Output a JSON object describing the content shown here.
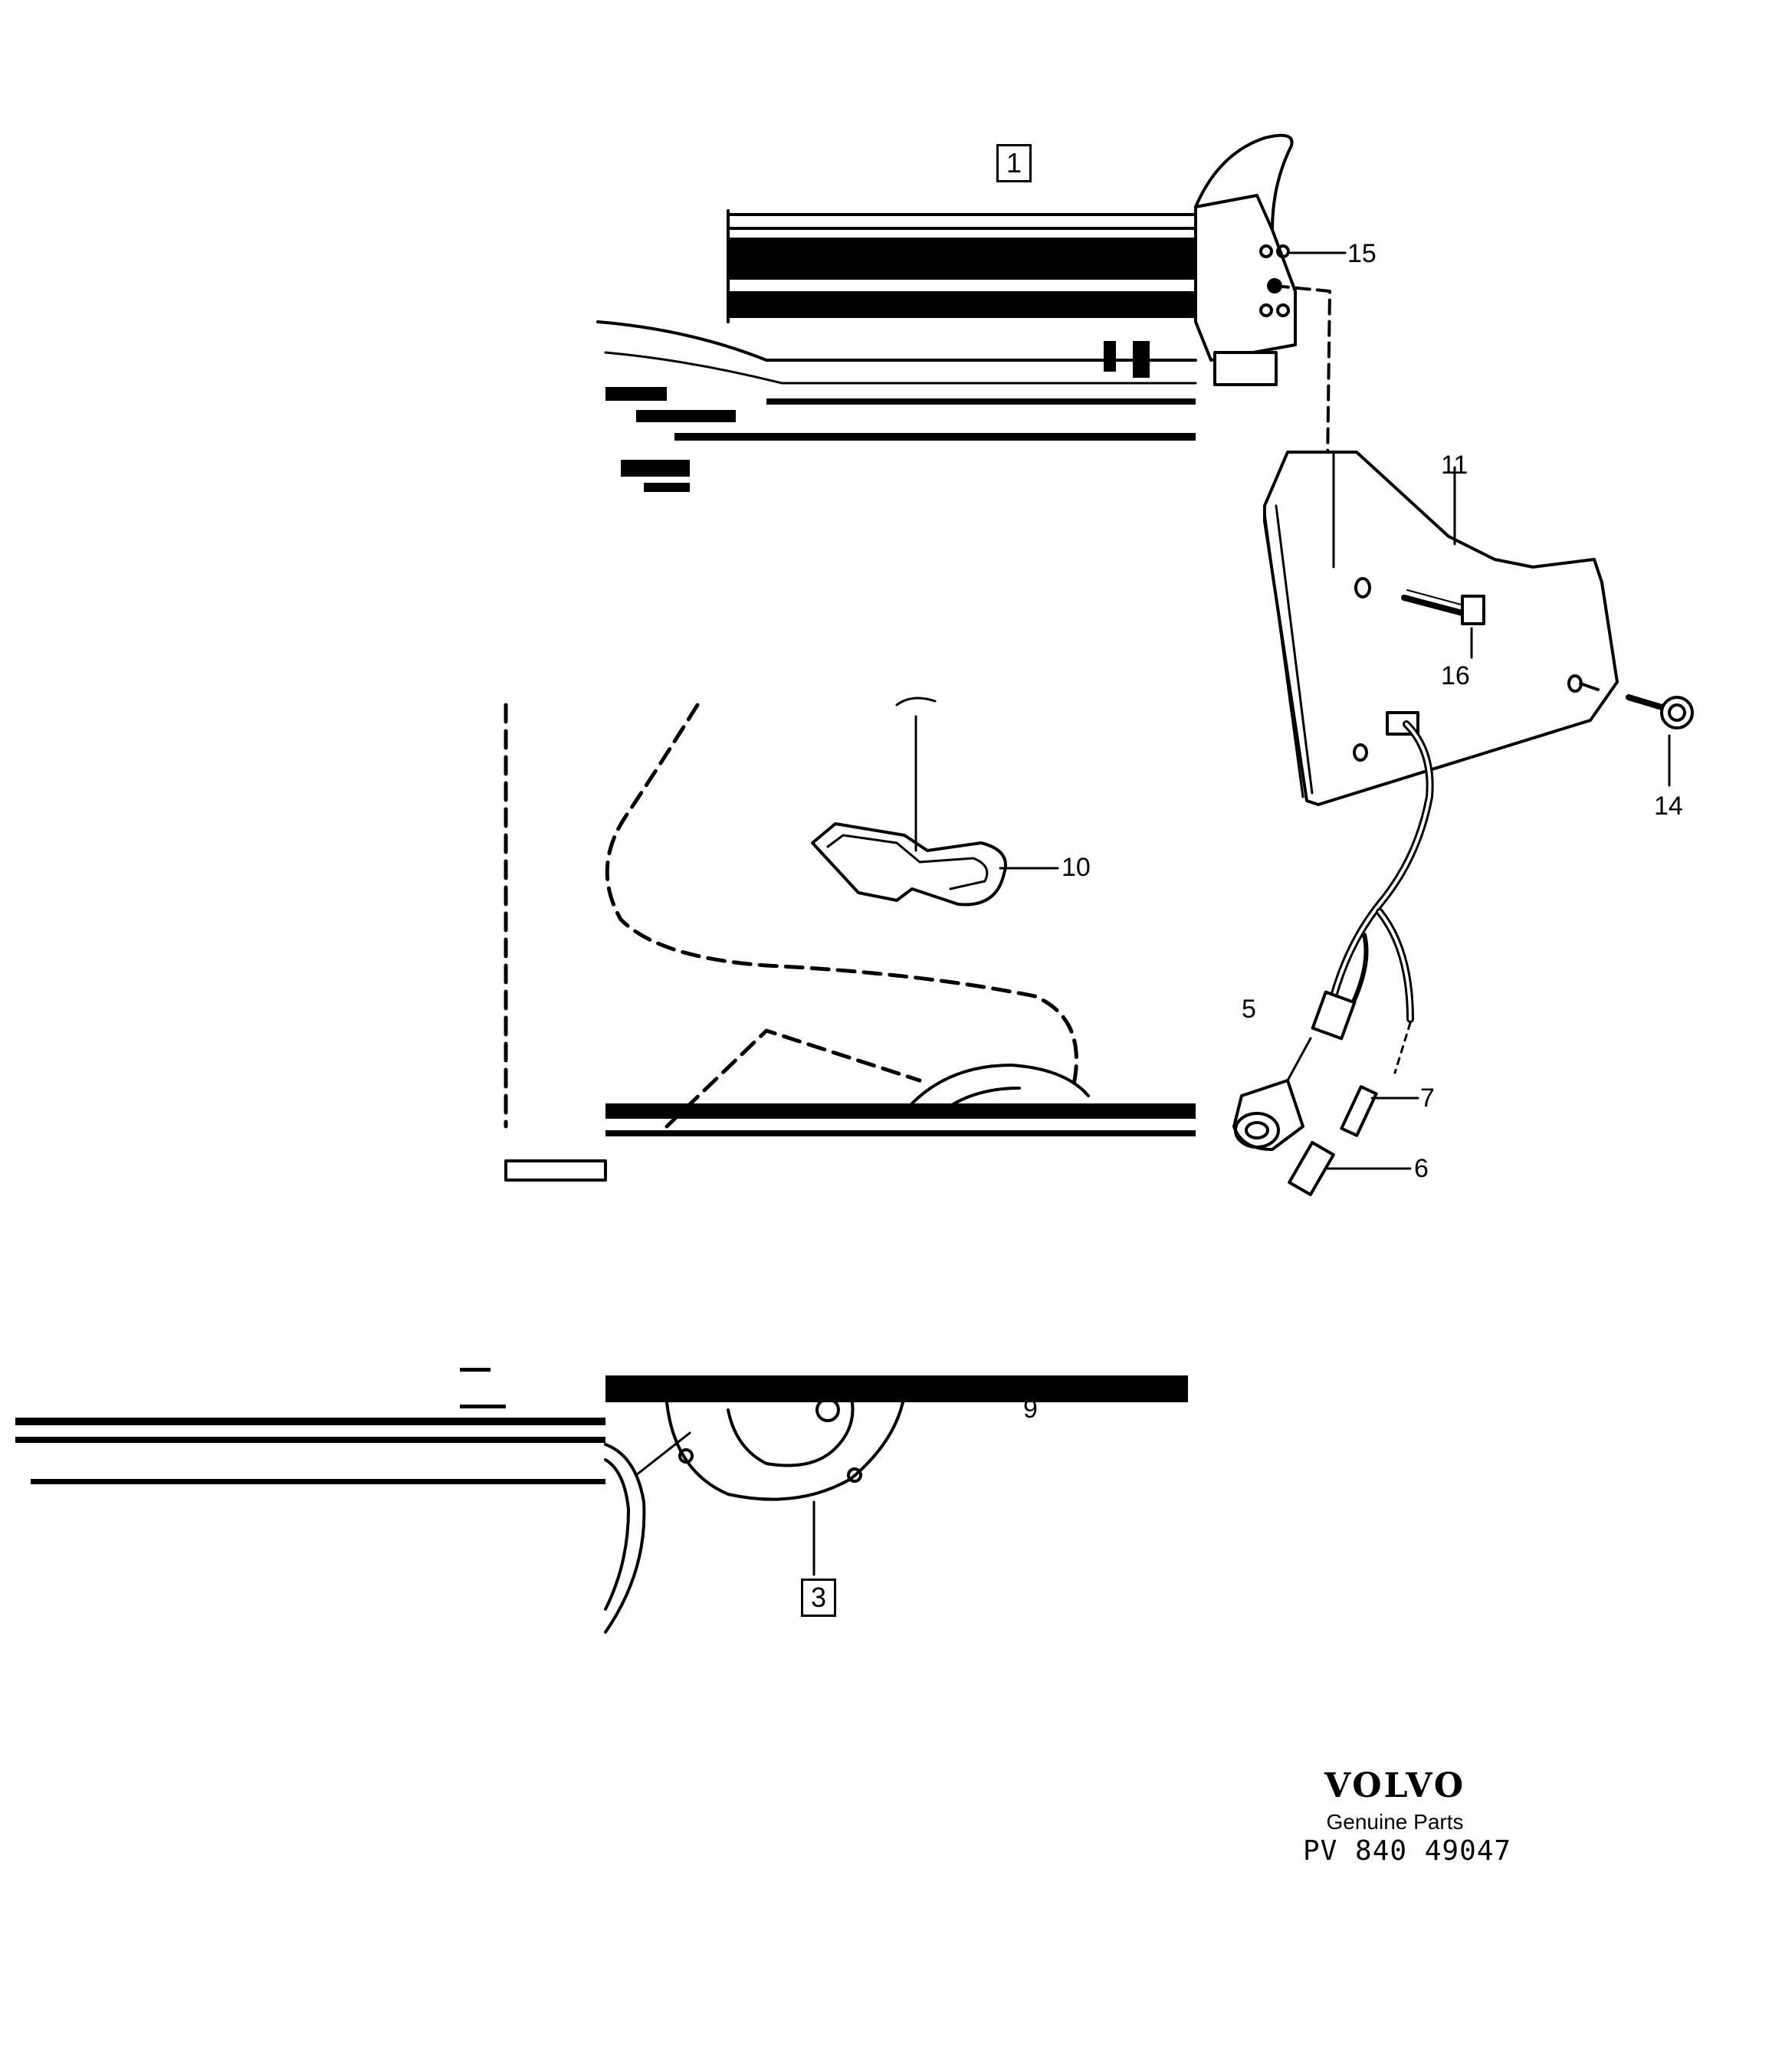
{
  "callouts": {
    "c1": "1",
    "c3": "3",
    "c5": "5",
    "c6": "6",
    "c7": "7",
    "c9": "9",
    "c10": "10",
    "c11": "11",
    "c14": "14",
    "c15": "15",
    "c16": "16"
  },
  "branding": {
    "logo": "VOLVO",
    "subtitle": "Genuine Parts",
    "code": "PV 840 49047"
  },
  "colors": {
    "ink": "#000000",
    "paper": "#ffffff"
  }
}
